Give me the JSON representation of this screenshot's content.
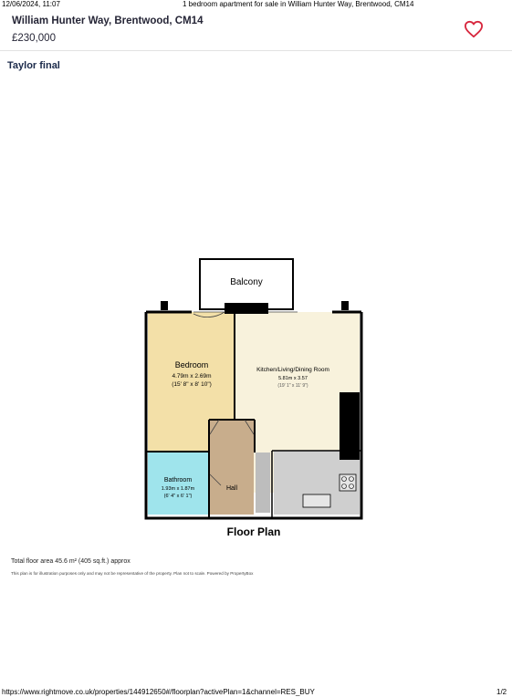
{
  "print_header": {
    "datetime": "12/06/2024, 11:07",
    "page_title": "1 bedroom apartment for sale in William Hunter Way, Brentwood, CM14"
  },
  "listing": {
    "address": "William Hunter Way, Brentwood, CM14",
    "price": "£230,000",
    "favourite_icon": "heart-outline-icon",
    "heart_color": "#d7263d"
  },
  "agent": {
    "name": "Taylor final"
  },
  "floorplan": {
    "balcony_label": "Balcony",
    "bedroom": {
      "name": "Bedroom",
      "size_m": "4.79m x 2.69m",
      "size_ft": "(15' 8\" x 8' 10\")",
      "color": "#f3e0a8"
    },
    "living": {
      "name": "Kitchen/Living/Dining Room",
      "size_m": "5.81m x 3.57",
      "size_ft": "(19' 1\" x 11' 9\")",
      "color": "#f8f2dc"
    },
    "bathroom": {
      "name": "Bathroom",
      "size_m": "1.93m x 1.87m",
      "size_ft": "(6' 4\" x 6' 1\")",
      "color": "#9fe4ec"
    },
    "hall": {
      "name": "Hall",
      "color": "#c8ad8c"
    },
    "caption": "Floor Plan",
    "total_area": "Total floor area 45.6 m² (405 sq.ft.) approx",
    "disclaimer": "This plan is for illustration purposes only and may not be representative of the property. Plan not to scale. Powered by PropertyBox"
  },
  "footer": {
    "url": "https://www.rightmove.co.uk/properties/144912650#/floorplan?activePlan=1&channel=RES_BUY",
    "page": "1/2"
  }
}
